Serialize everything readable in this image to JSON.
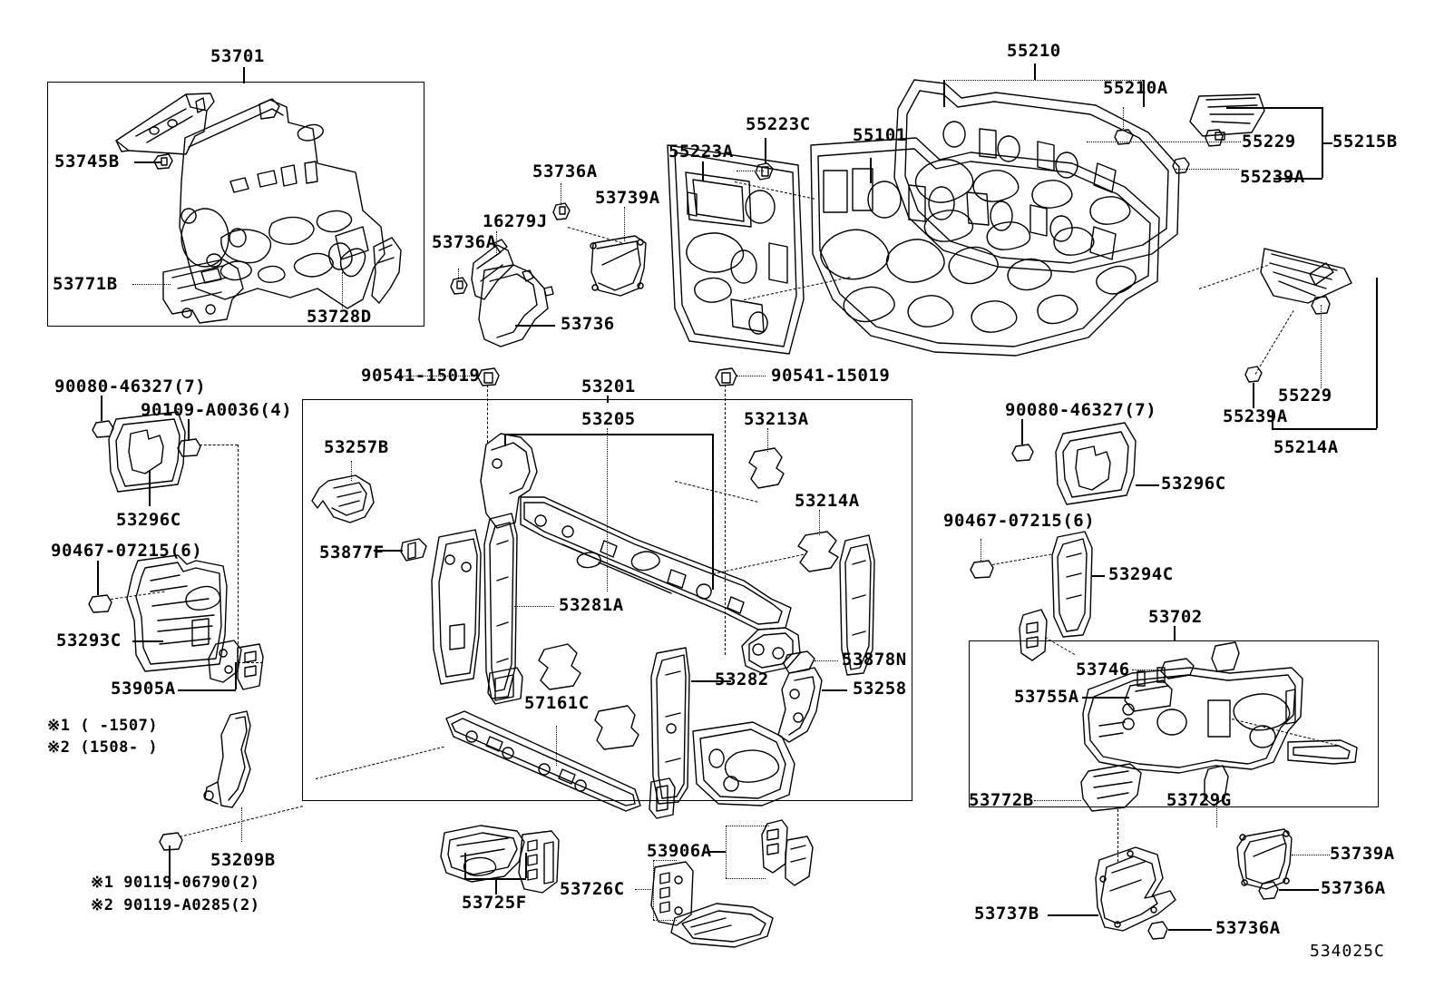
{
  "diagram": {
    "code": "534025C",
    "title_group": "Toyota front body parts illustration"
  },
  "footnotes": {
    "mark1_range": "※1 (    -1507)",
    "mark2_range": "※2 (1508-    )",
    "mark1_part": "※1 90119-06790(2)",
    "mark2_part": "※2 90119-A0285(2)"
  },
  "panels": {
    "apron_left": {
      "callout": "53701"
    },
    "radiator_support": {
      "callout": "53201"
    },
    "apron_right": {
      "callout": "53702"
    }
  },
  "labels": {
    "l53701": "53701",
    "l53745B": "53745B",
    "l53771B": "53771B",
    "l53728D": "53728D",
    "l53736A_1": "53736A",
    "l53736A_2": "53736A",
    "l16279J": "16279J",
    "l53739A_1": "53739A",
    "l53736": "53736",
    "l55223A": "55223A",
    "l55223C": "55223C",
    "l55101": "55101",
    "l55210": "55210",
    "l55210A": "55210A",
    "l55229_1": "55229",
    "l55215B": "55215B",
    "l55239A_1": "55239A",
    "l55229_2": "55229",
    "l55239A_2": "55239A",
    "l55214A": "55214A",
    "l90080_left": "90080-46327(7)",
    "l90109_left": "90109-A0036(4)",
    "l53296C_left": "53296C",
    "l90467_left": "90467-07215(6)",
    "l53293C": "53293C",
    "l53905A": "53905A",
    "l90541_left": "90541-15019",
    "l90541_right": "90541-15019",
    "l53201": "53201",
    "l53205": "53205",
    "l53213A": "53213A",
    "l53214A": "53214A",
    "l53257B": "53257B",
    "l53877F": "53877F",
    "l53281A": "53281A",
    "l53282": "53282",
    "l53878N": "53878N",
    "l53258": "53258",
    "l57161C": "57161C",
    "l90080_right": "90080-46327(7)",
    "l53296C_right": "53296C",
    "l90467_right": "90467-07215(6)",
    "l53294C": "53294C",
    "l53702": "53702",
    "l53746": "53746",
    "l53755A": "53755A",
    "l53772B": "53772B",
    "l53729G": "53729G",
    "l53209B": "53209B",
    "l53725F": "53725F",
    "l53726C": "53726C",
    "l53906A": "53906A",
    "l53737B": "53737B",
    "l53739A_2": "53739A",
    "l53736A_3": "53736A",
    "l53736A_4": "53736A"
  },
  "colors": {
    "ink": "#000000",
    "paper": "#ffffff"
  }
}
